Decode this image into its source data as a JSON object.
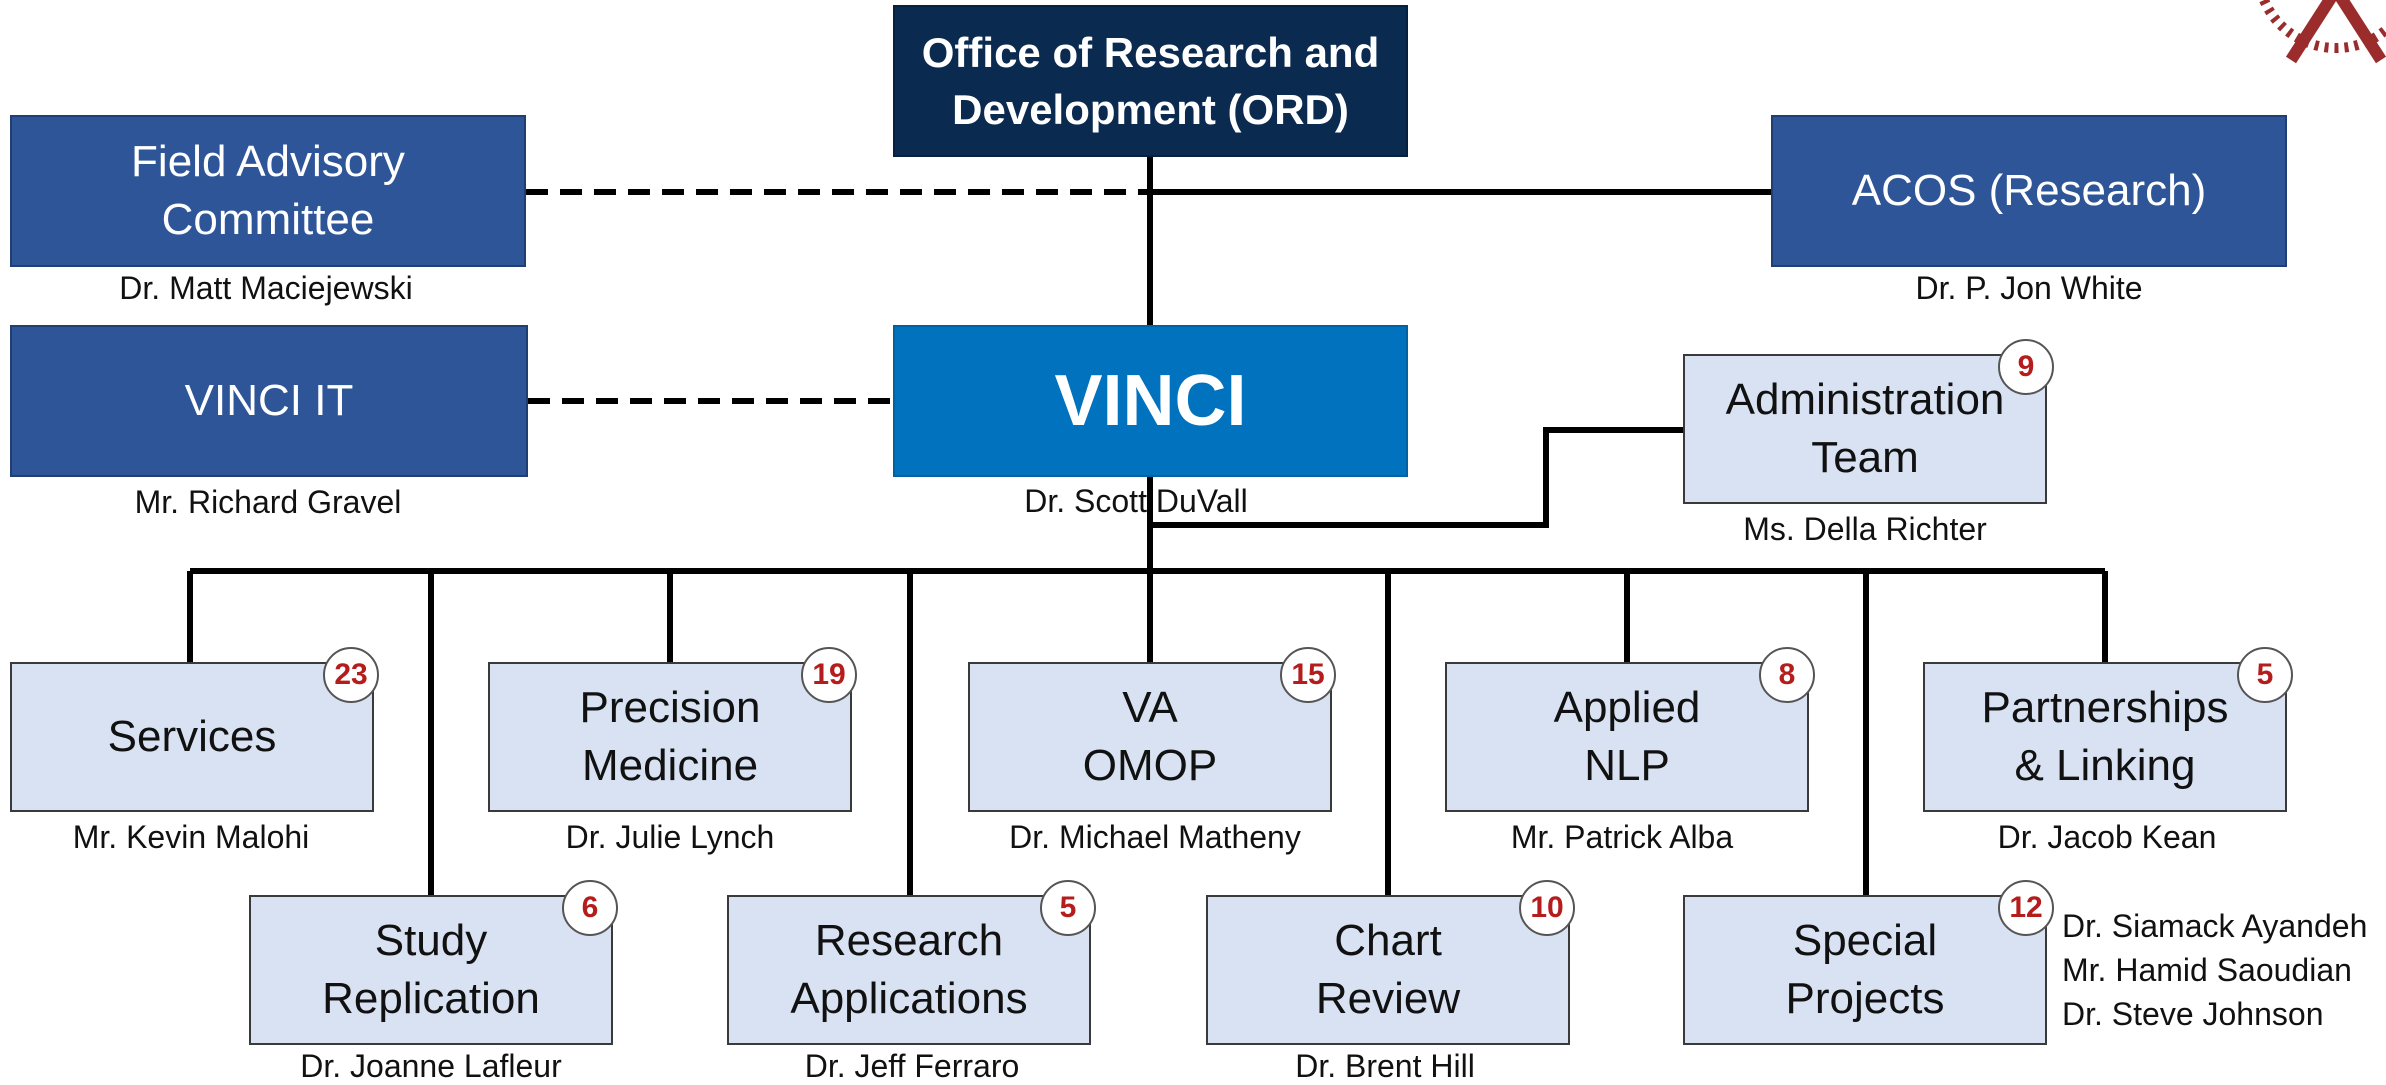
{
  "ord": {
    "line1": "Office of Research and",
    "line2": "Development (ORD)"
  },
  "field_advisory": {
    "line1": "Field Advisory",
    "line2": "Committee",
    "person": "Dr. Matt Maciejewski"
  },
  "acos": {
    "label": "ACOS (Research)",
    "person": "Dr. P. Jon White"
  },
  "vinci_it": {
    "label": "VINCI IT",
    "person": "Mr. Richard Gravel"
  },
  "vinci": {
    "label": "VINCI",
    "person": "Dr. Scott  DuVall"
  },
  "admin": {
    "line1": "Administration",
    "line2": "Team",
    "person": "Ms. Della Richter",
    "count": "9"
  },
  "teams": {
    "services": {
      "line1": "Services",
      "line2": "",
      "person": "Mr. Kevin Malohi",
      "count": "23"
    },
    "precision": {
      "line1": "Precision",
      "line2": "Medicine",
      "person": "Dr. Julie Lynch",
      "count": "19"
    },
    "omop": {
      "line1": "VA",
      "line2": "OMOP",
      "person": "Dr. Michael Matheny",
      "count": "15"
    },
    "nlp": {
      "line1": "Applied",
      "line2": "NLP",
      "person": "Mr. Patrick Alba",
      "count": "8"
    },
    "partnerships": {
      "line1": "Partnerships",
      "line2": "& Linking",
      "person": "Dr. Jacob Kean",
      "count": "5"
    },
    "study": {
      "line1": "Study",
      "line2": "Replication",
      "person": "Dr. Joanne Lafleur",
      "count": "6"
    },
    "research_apps": {
      "line1": "Research",
      "line2": "Applications",
      "person": "Dr. Jeff Ferraro",
      "count": "5"
    },
    "chart_review": {
      "line1": "Chart",
      "line2": "Review",
      "person": "Dr. Brent Hill",
      "count": "10"
    },
    "special": {
      "line1": "Special",
      "line2": "Projects",
      "people": [
        "Dr. Siamack Ayandeh",
        "Mr. Hamid Saoudian",
        "Dr. Steve Johnson"
      ],
      "count": "12"
    }
  },
  "colors": {
    "ord": "#0b2a4f",
    "dark_box": "#2e5597",
    "vinci": "#0172bd",
    "light_box": "#d9e2f2",
    "badge_text": "#b51c1c",
    "logo": "#9b2c2c"
  },
  "icons": {
    "logo": "vinci-logo-icon"
  }
}
